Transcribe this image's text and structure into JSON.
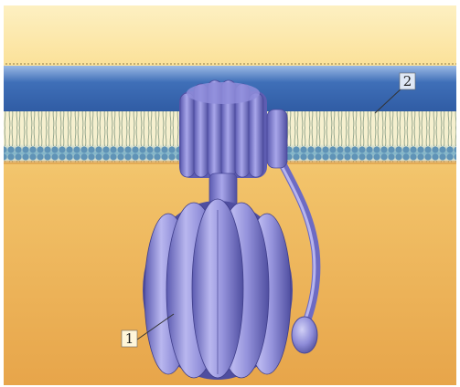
{
  "figure": {
    "labels": [
      {
        "id": "label-1",
        "text": "1"
      },
      {
        "id": "label-2",
        "text": "2"
      }
    ]
  },
  "colors": {
    "background_top": "#fbe39a",
    "background_bottom": "#e9a748",
    "membrane_blue": "#3f6fb8",
    "lipid_head": "#6b9dbf",
    "lipid_tail": "#f4ecc4",
    "protein": "#8e8cd8",
    "protein_dark": "#5a5aa8",
    "protein_light": "#c9c8f0"
  }
}
